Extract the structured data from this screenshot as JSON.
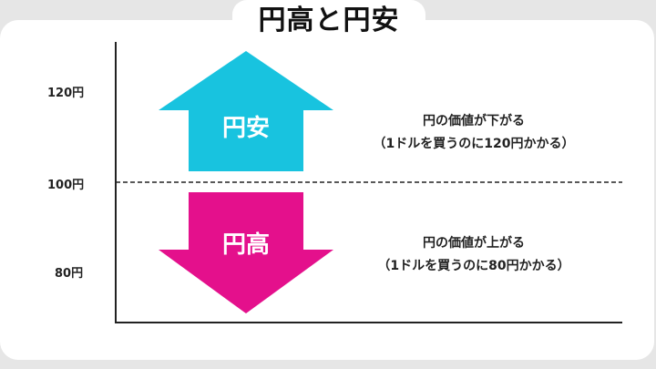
{
  "title": "円高と円安",
  "y_labels": {
    "top": "120円",
    "mid": "100円",
    "bottom": "80円"
  },
  "arrows": {
    "up": {
      "label": "円安",
      "color": "#18c3df"
    },
    "down": {
      "label": "円高",
      "color": "#e4108c"
    }
  },
  "descriptions": {
    "up": {
      "line1": "円の価値が下がる",
      "line2": "（1ドルを買うのに120円かかる）"
    },
    "down": {
      "line1": "円の価値が上がる",
      "line2": "（1ドルを買うのに80円かかる）"
    }
  },
  "colors": {
    "background": "#e6e6e6",
    "card": "#ffffff",
    "axis": "#222222"
  }
}
